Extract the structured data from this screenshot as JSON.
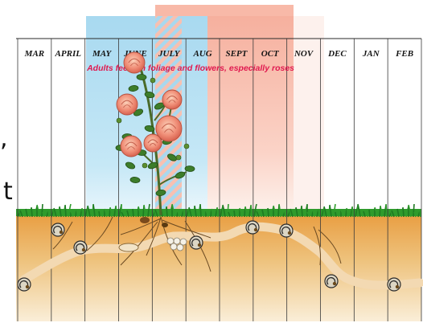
{
  "months": [
    "MAR",
    "APRIL",
    "MAY",
    "JUNE",
    "JULY",
    "AUG",
    "SEPT",
    "OCT",
    "NOV",
    "DEC",
    "JAN",
    "FEB"
  ],
  "annotation": "Adults feed on foliage and flowers, especially roses",
  "edge_text": {
    "comma": ",",
    "letter_t": "t"
  },
  "colors": {
    "larva_band": "#b6e0f2",
    "adult_band": "#f8b9a8",
    "annotation": "#e0194f",
    "soil": "#e2a857",
    "grass": "#2f9b2c"
  },
  "illustration": {
    "plant": "rose-bush",
    "rose_flower_count": 6,
    "soil_icon": "grub",
    "grub_count": 8,
    "egg_cluster": true
  }
}
